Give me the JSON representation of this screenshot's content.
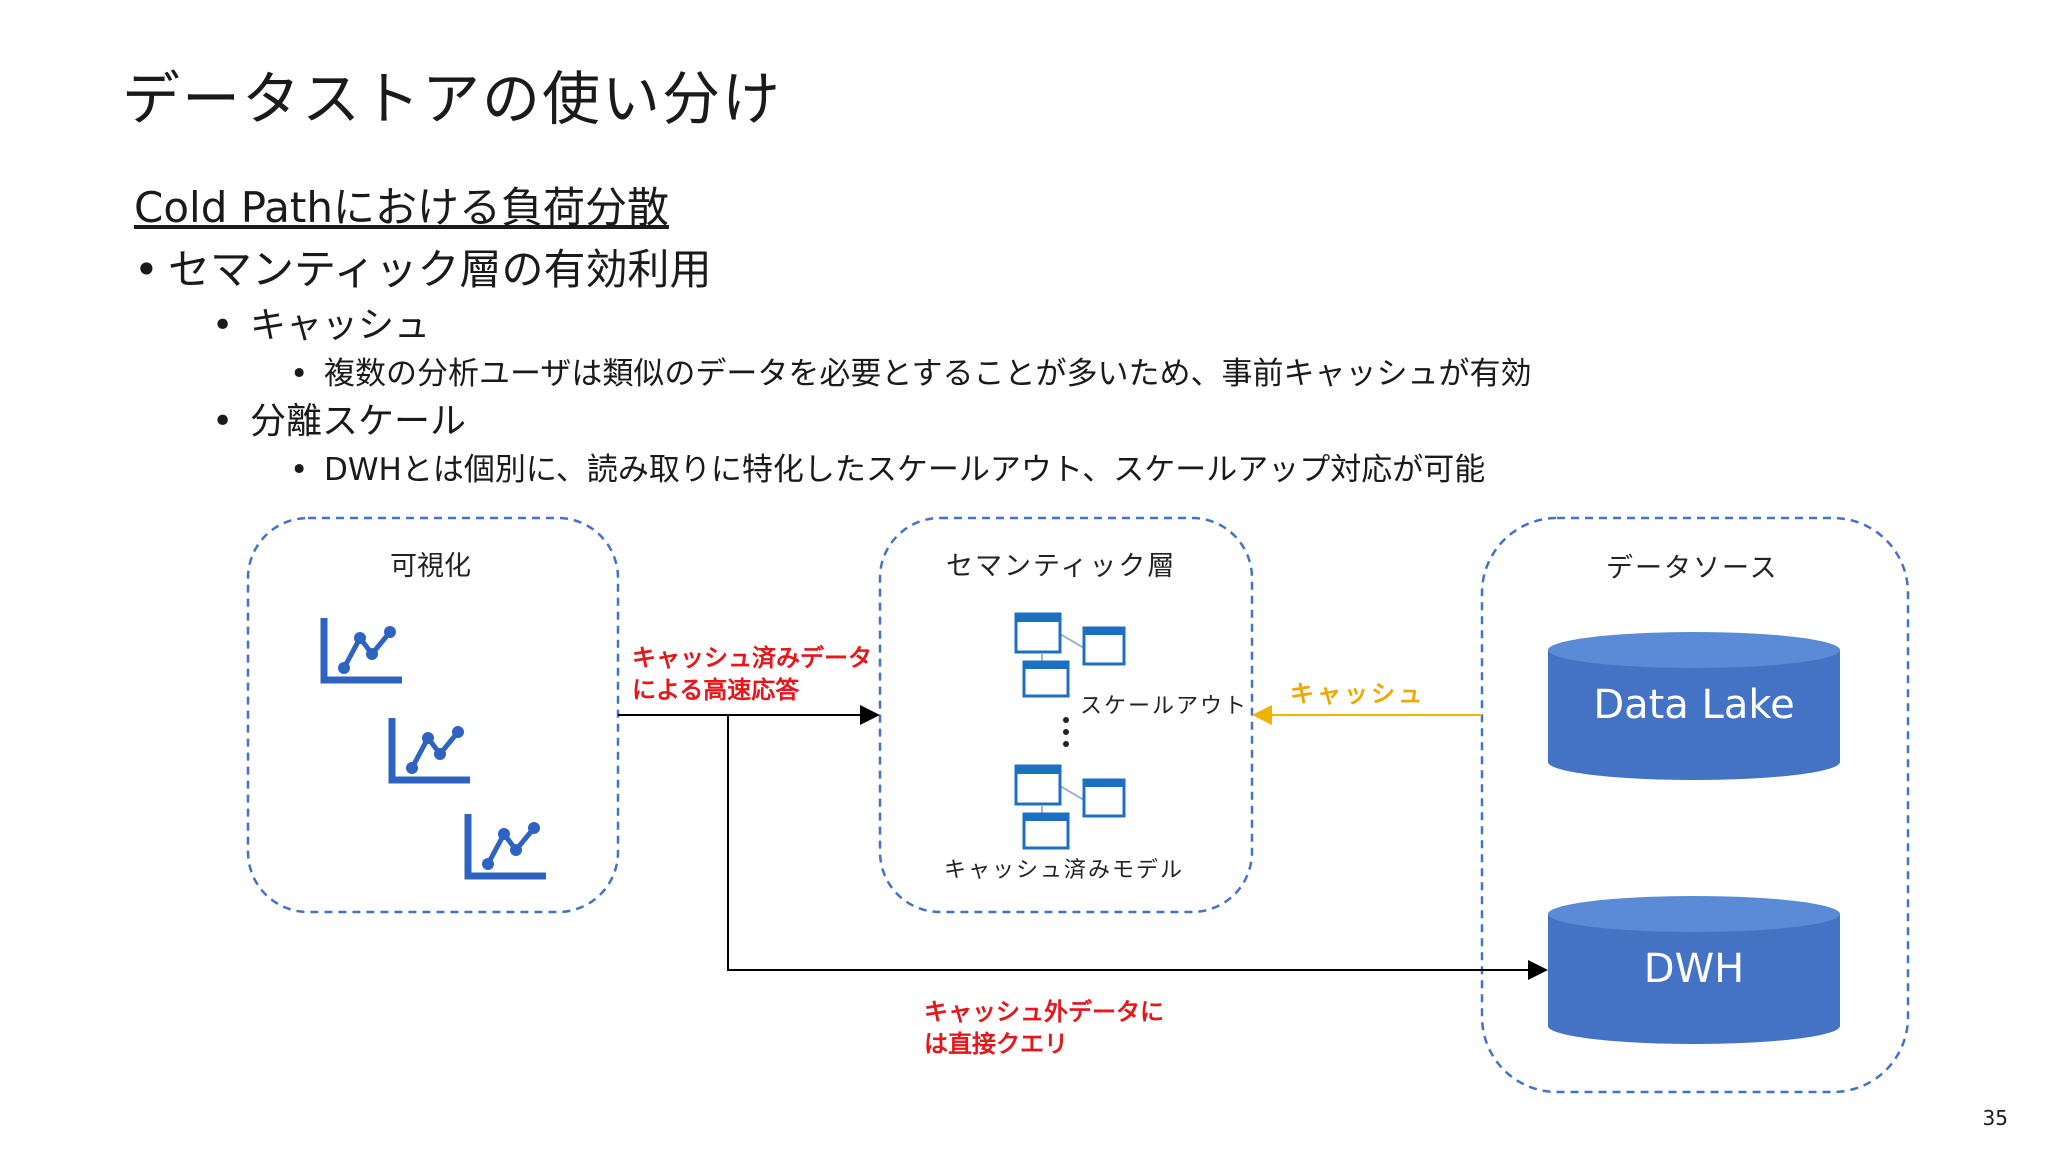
{
  "slide": {
    "title": "データストアの使い分け",
    "subtitle": "Cold Pathにおける負荷分散",
    "bullets": {
      "b1": "セマンティック層の有効利用",
      "b1_1": "キャッシュ",
      "b1_1_1": "複数の分析ユーザは類似のデータを必要とすることが多いため、事前キャッシュが有効",
      "b1_2": "分離スケール",
      "b1_2_1": "DWHとは個別に、読み取りに特化したスケールアウト、スケールアップ対応が可能"
    },
    "page_number": "35"
  },
  "diagram": {
    "visualization_label": "可視化",
    "semantic_label": "セマンティック層",
    "datasource_label": "データソース",
    "scaleout_label": "スケールアウト",
    "cached_model_label": "キャッシュ済みモデル",
    "cached_response_line1": "キャッシュ済みデータ",
    "cached_response_line2": "による高速応答",
    "cache_label": "キャッシュ",
    "direct_query_line1": "キャッシュ外データに",
    "direct_query_line2": "は直接クエリ",
    "datalake_label": "Data Lake",
    "dwh_label": "DWH",
    "colors": {
      "accent_blue": "#4472c4",
      "dashed_border": "#4472c4",
      "red_text": "#e8161b",
      "yellow_arrow": "#f0b400",
      "icon_blue": "#1f6fbf"
    }
  }
}
